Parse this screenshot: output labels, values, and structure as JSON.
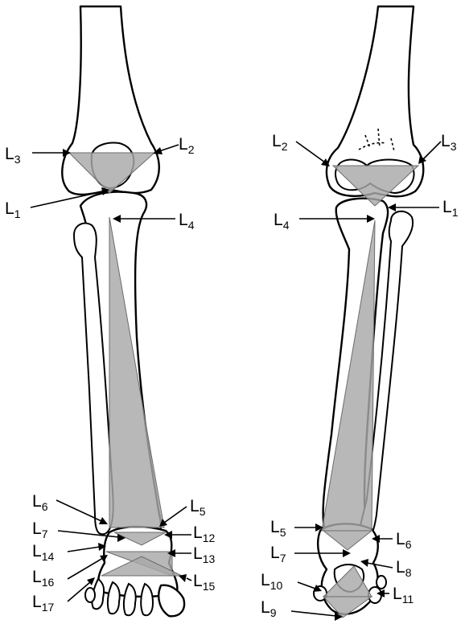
{
  "figure": {
    "colors": {
      "bone_outline": "#000000",
      "triangle_fill": "#a8a8a8",
      "background": "#ffffff"
    },
    "left_view": {
      "labels": [
        {
          "id": "L3",
          "base": "L",
          "sub": "3"
        },
        {
          "id": "L2",
          "base": "L",
          "sub": "2"
        },
        {
          "id": "L1",
          "base": "L",
          "sub": "1"
        },
        {
          "id": "L4",
          "base": "L",
          "sub": "4"
        },
        {
          "id": "L6",
          "base": "L",
          "sub": "6"
        },
        {
          "id": "L5",
          "base": "L",
          "sub": "5"
        },
        {
          "id": "L7",
          "base": "L",
          "sub": "7"
        },
        {
          "id": "L12",
          "base": "L",
          "sub": "12"
        },
        {
          "id": "L14",
          "base": "L",
          "sub": "14"
        },
        {
          "id": "L13",
          "base": "L",
          "sub": "13"
        },
        {
          "id": "L16",
          "base": "L",
          "sub": "16"
        },
        {
          "id": "L15",
          "base": "L",
          "sub": "15"
        },
        {
          "id": "L17",
          "base": "L",
          "sub": "17"
        }
      ]
    },
    "right_view": {
      "labels": [
        {
          "id": "L2",
          "base": "L",
          "sub": "2"
        },
        {
          "id": "L3",
          "base": "L",
          "sub": "3"
        },
        {
          "id": "L1",
          "base": "L",
          "sub": "1"
        },
        {
          "id": "L4",
          "base": "L",
          "sub": "4"
        },
        {
          "id": "L5",
          "base": "L",
          "sub": "5"
        },
        {
          "id": "L6",
          "base": "L",
          "sub": "6"
        },
        {
          "id": "L7",
          "base": "L",
          "sub": "7"
        },
        {
          "id": "L8",
          "base": "L",
          "sub": "8"
        },
        {
          "id": "L10",
          "base": "L",
          "sub": "10"
        },
        {
          "id": "L11",
          "base": "L",
          "sub": "11"
        },
        {
          "id": "L9",
          "base": "L",
          "sub": "9"
        }
      ]
    }
  }
}
